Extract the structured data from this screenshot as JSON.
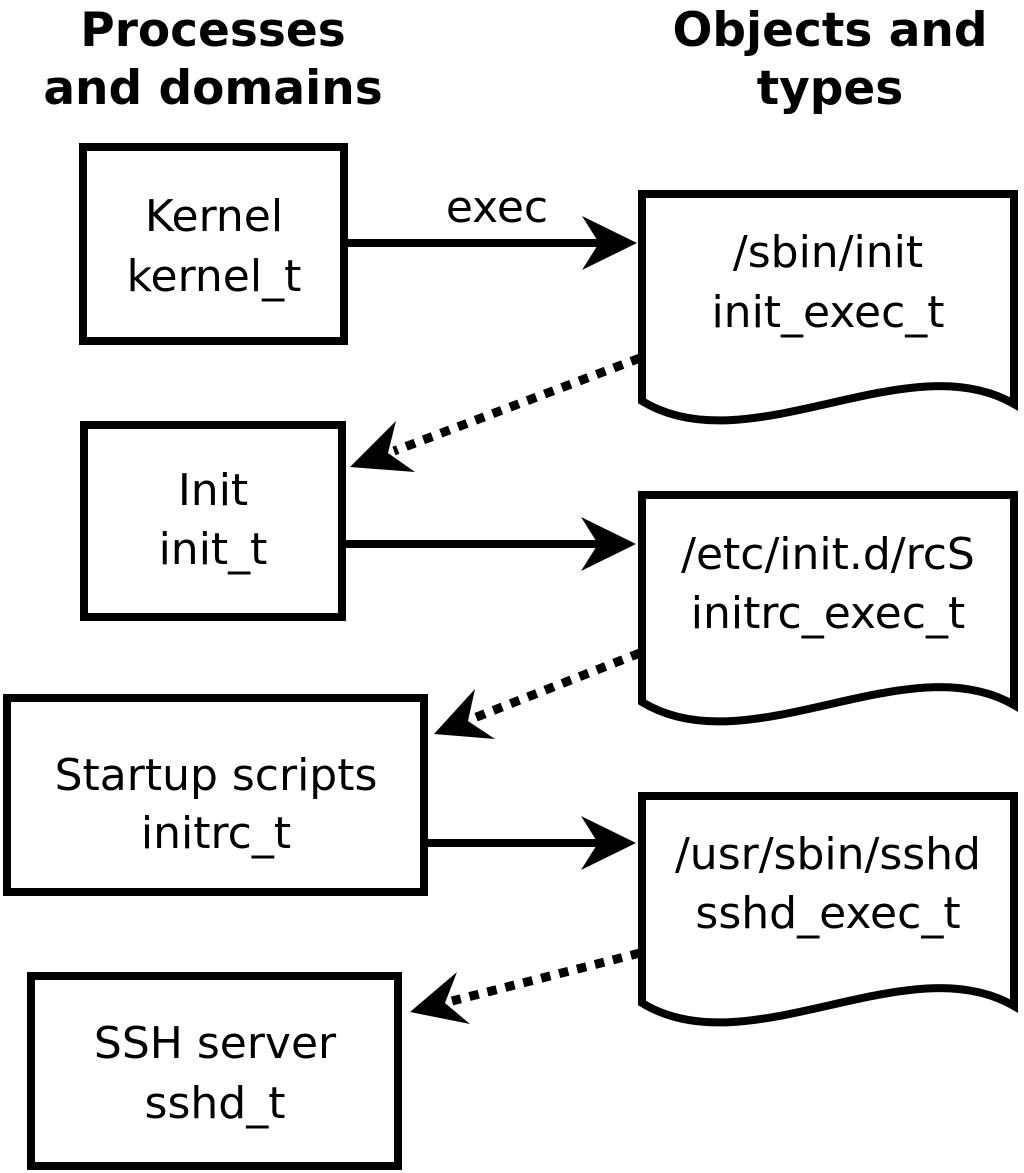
{
  "diagram": {
    "kind": "selinux-domain-transition-flow",
    "column_headers": {
      "left": {
        "line1": "Processes",
        "line2": "and domains"
      },
      "right": {
        "line1": "Objects and",
        "line2": "types"
      }
    },
    "process_boxes": [
      {
        "label": "Kernel",
        "type": "kernel_t"
      },
      {
        "label": "Init",
        "type": "init_t"
      },
      {
        "label": "Startup scripts",
        "type": "initrc_t"
      },
      {
        "label": "SSH server",
        "type": "sshd_t"
      }
    ],
    "object_documents": [
      {
        "path": "/sbin/init",
        "type": "init_exec_t"
      },
      {
        "path": "/etc/init.d/rcS",
        "type": "initrc_exec_t"
      },
      {
        "path": "/usr/sbin/sshd",
        "type": "sshd_exec_t"
      }
    ],
    "arrows": {
      "exec_label": "exec",
      "solid": [
        {
          "from": "Kernel kernel_t",
          "to": "/sbin/init init_exec_t",
          "label": "exec"
        },
        {
          "from": "Init init_t",
          "to": "/etc/init.d/rcS initrc_exec_t",
          "label": ""
        },
        {
          "from": "Startup scripts initrc_t",
          "to": "/usr/sbin/sshd sshd_exec_t",
          "label": ""
        }
      ],
      "dotted": [
        {
          "from": "/sbin/init init_exec_t",
          "to": "Init init_t"
        },
        {
          "from": "/etc/init.d/rcS initrc_exec_t",
          "to": "Startup scripts initrc_t"
        },
        {
          "from": "/usr/sbin/sshd sshd_exec_t",
          "to": "SSH server sshd_t"
        }
      ]
    },
    "colors": {
      "line": "#000000",
      "text": "#000000",
      "background": "#ffffff"
    }
  }
}
